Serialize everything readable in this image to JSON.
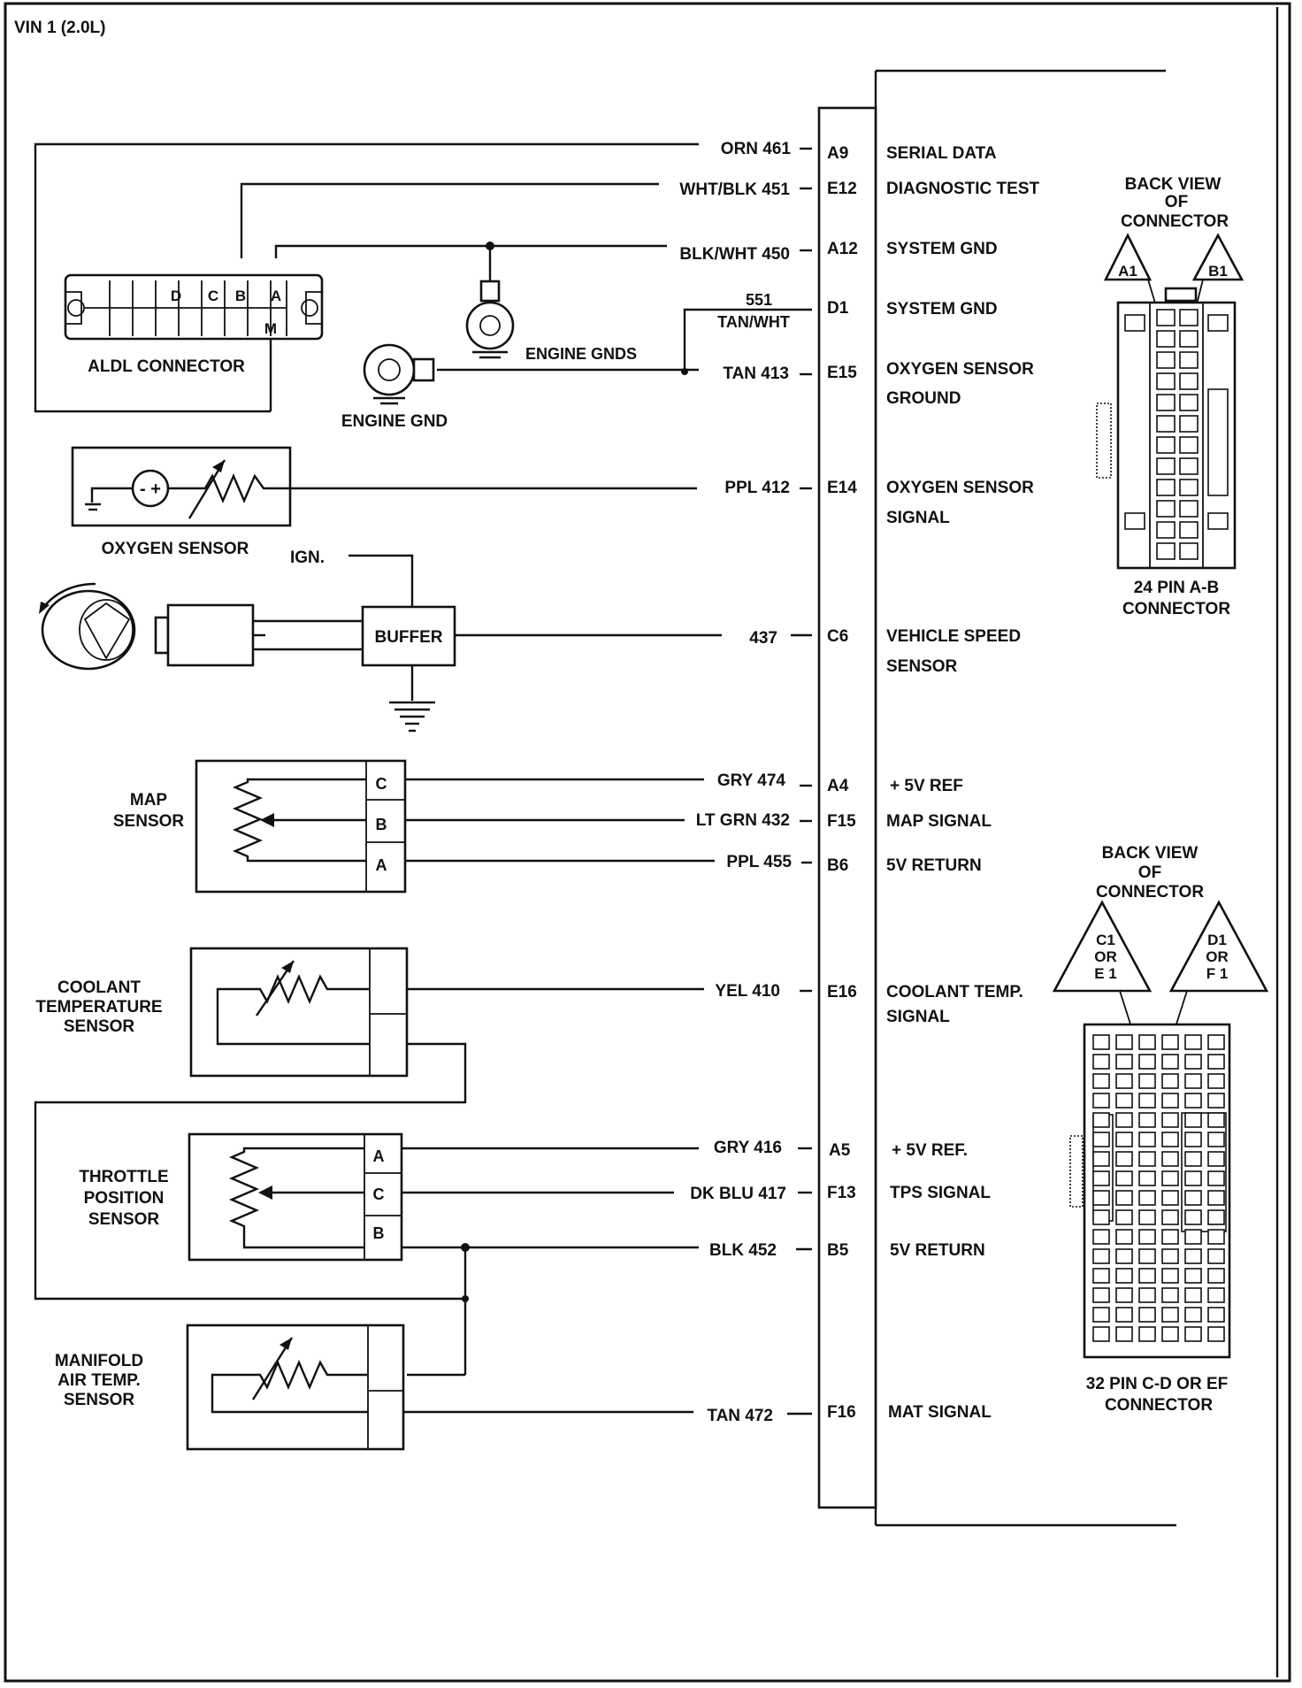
{
  "title": "VIN 1 (2.0L)",
  "components": {
    "aldl_connector": {
      "label": "ALDL CONNECTOR",
      "pins": [
        "D",
        "C",
        "B",
        "A",
        "M"
      ]
    },
    "engine_gnds": "ENGINE GNDS",
    "engine_gnd": "ENGINE GND",
    "oxygen_sensor": {
      "label": "OXYGEN SENSOR",
      "polarity": "- +"
    },
    "ign": "IGN.",
    "buffer": "BUFFER",
    "map_sensor": {
      "label_line1": "MAP",
      "label_line2": "SENSOR",
      "pins": [
        "C",
        "B",
        "A"
      ]
    },
    "coolant_sensor": {
      "label_line1": "COOLANT",
      "label_line2": "TEMPERATURE",
      "label_line3": "SENSOR"
    },
    "tps": {
      "label_line1": "THROTTLE",
      "label_line2": "POSITION",
      "label_line3": "SENSOR",
      "pins": [
        "A",
        "C",
        "B"
      ]
    },
    "mat_sensor": {
      "label_line1": "MANIFOLD",
      "label_line2": "AIR TEMP.",
      "label_line3": "SENSOR"
    }
  },
  "circuits": [
    {
      "wire": "ORN 461",
      "pin": "A9",
      "signal": "SERIAL DATA"
    },
    {
      "wire": "WHT/BLK 451",
      "pin": "E12",
      "signal": "DIAGNOSTIC TEST"
    },
    {
      "wire": "BLK/WHT 450",
      "pin": "A12",
      "signal": "SYSTEM GND"
    },
    {
      "wire": "551",
      "wire2": "TAN/WHT",
      "pin": "D1",
      "signal": "SYSTEM GND"
    },
    {
      "wire": "TAN 413",
      "pin": "E15",
      "signal": "OXYGEN SENSOR",
      "signal2": "GROUND"
    },
    {
      "wire": "PPL 412",
      "pin": "E14",
      "signal": "OXYGEN SENSOR",
      "signal2": "SIGNAL"
    },
    {
      "wire": "437",
      "pin": "C6",
      "signal": "VEHICLE SPEED",
      "signal2": "SENSOR"
    },
    {
      "wire": "GRY 474",
      "pin": "A4",
      "signal": "+ 5V REF"
    },
    {
      "wire": "LT GRN 432",
      "pin": "F15",
      "signal": "MAP SIGNAL"
    },
    {
      "wire": "PPL 455",
      "pin": "B6",
      "signal": "5V RETURN"
    },
    {
      "wire": "YEL 410",
      "pin": "E16",
      "signal": "COOLANT TEMP.",
      "signal2": "SIGNAL"
    },
    {
      "wire": "GRY 416",
      "pin": "A5",
      "signal": "+ 5V REF."
    },
    {
      "wire": "DK BLU 417",
      "pin": "F13",
      "signal": "TPS SIGNAL"
    },
    {
      "wire": "BLK 452",
      "pin": "B5",
      "signal": "5V RETURN"
    },
    {
      "wire": "TAN 472",
      "pin": "F16",
      "signal": "MAT SIGNAL"
    }
  ],
  "connector_24": {
    "header_line1": "BACK VIEW",
    "header_line2": "OF",
    "header_line3": "CONNECTOR",
    "marker_left": "A1",
    "marker_right": "B1",
    "caption_line1": "24 PIN A-B",
    "caption_line2": "CONNECTOR"
  },
  "connector_32": {
    "header_line1": "BACK VIEW",
    "header_line2": "OF",
    "header_line3": "CONNECTOR",
    "marker_left_1": "C1",
    "marker_left_2": "OR",
    "marker_left_3": "E 1",
    "marker_right_1": "D1",
    "marker_right_2": "OR",
    "marker_right_3": "F 1",
    "caption_line1": "32 PIN C-D OR EF",
    "caption_line2": "CONNECTOR"
  }
}
